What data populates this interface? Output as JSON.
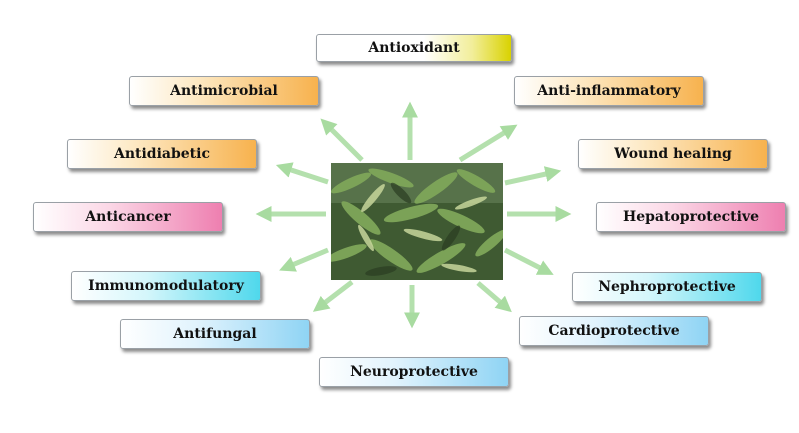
{
  "diagram": {
    "center_image": "plant-foliage-photo",
    "arrow_color": "#a8dba0",
    "activities": [
      {
        "id": "antioxidant",
        "label": "Antioxidant",
        "color": "yellow"
      },
      {
        "id": "anti-inflammatory",
        "label": "Anti-inflammatory",
        "color": "orange"
      },
      {
        "id": "wound-healing",
        "label": "Wound healing",
        "color": "orange"
      },
      {
        "id": "hepatoprotective",
        "label": "Hepatoprotective",
        "color": "pink"
      },
      {
        "id": "nephroprotective",
        "label": "Nephroprotective",
        "color": "cyan"
      },
      {
        "id": "cardioprotective",
        "label": "Cardioprotective",
        "color": "lightblue"
      },
      {
        "id": "neuroprotective",
        "label": "Neuroprotective",
        "color": "lightblue"
      },
      {
        "id": "antifungal",
        "label": "Antifungal",
        "color": "lightblue"
      },
      {
        "id": "immunomodulatory",
        "label": "Immunomodulatory",
        "color": "cyan"
      },
      {
        "id": "anticancer",
        "label": "Anticancer",
        "color": "pink"
      },
      {
        "id": "antidiabetic",
        "label": "Antidiabetic",
        "color": "orange"
      },
      {
        "id": "antimicrobial",
        "label": "Antimicrobial",
        "color": "orange"
      }
    ]
  }
}
